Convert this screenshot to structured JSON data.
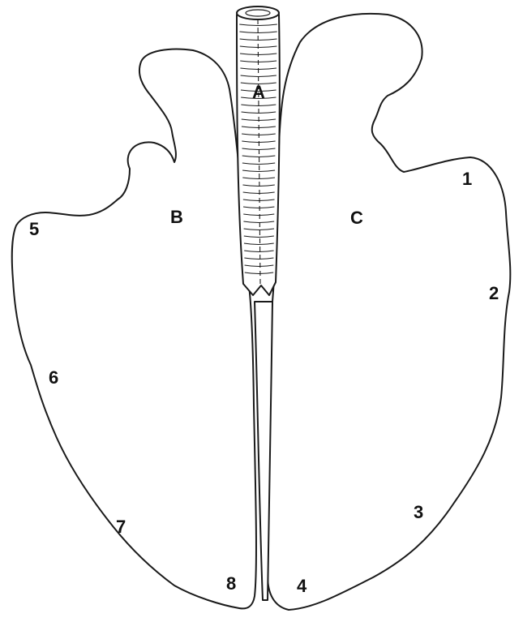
{
  "labels": {
    "trachea": "A",
    "left_lung": "B",
    "right_lung": "C",
    "n1": "1",
    "n2": "2",
    "n3": "3",
    "n4": "4",
    "n5": "5",
    "n6": "6",
    "n7": "7",
    "n8": "8"
  },
  "colors": {
    "ink": "#1a1a1a",
    "background": "#ffffff"
  }
}
